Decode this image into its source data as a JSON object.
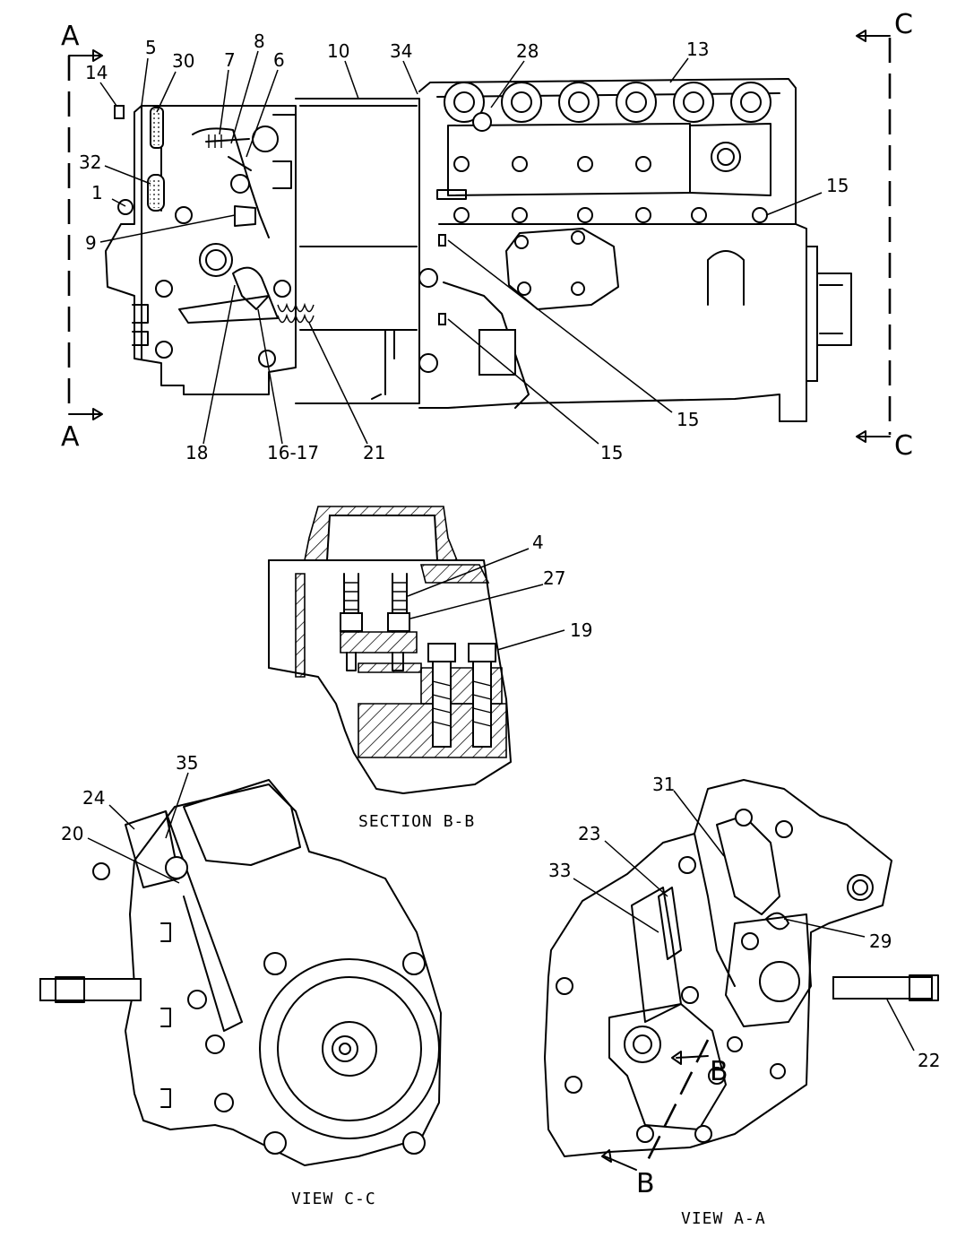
{
  "labels": {
    "top": [
      "5",
      "30",
      "7",
      "8",
      "6",
      "10",
      "34",
      "28",
      "13",
      "14",
      "32",
      "1",
      "9",
      "15",
      "15",
      "15",
      "18",
      "16-17",
      "21"
    ],
    "section": [
      "4",
      "27",
      "19"
    ],
    "view_cc": [
      "35",
      "24",
      "20"
    ],
    "view_aa": [
      "31",
      "23",
      "33",
      "29",
      "22"
    ]
  },
  "section_markers": {
    "a_top": "A",
    "a_bottom": "A",
    "c_top": "C",
    "c_bottom": "C",
    "b_top": "B",
    "b_bottom": "B"
  },
  "captions": {
    "section_bb": "SECTION B-B",
    "view_cc": "VIEW C-C",
    "view_aa": "VIEW A-A"
  }
}
